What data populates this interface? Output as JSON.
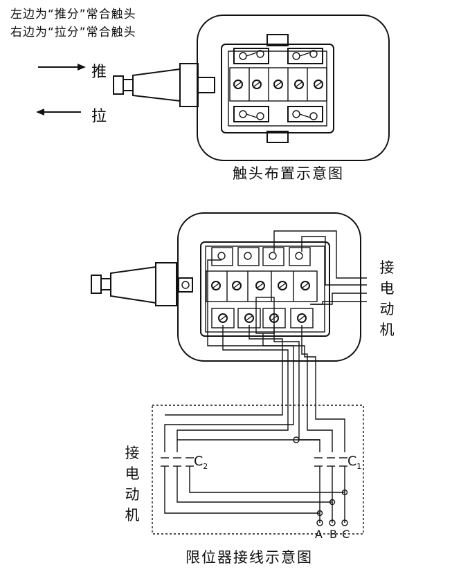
{
  "notes": {
    "line1": "左边为“推分”常合触头",
    "line2": "右边为“拉分”常合触头"
  },
  "actions": {
    "push": "推",
    "pull": "拉"
  },
  "captions": {
    "contacts": "触头布置示意图",
    "wiring": "限位器接线示意图"
  },
  "side_labels": {
    "right": [
      "接",
      "电",
      "动",
      "机"
    ],
    "left": [
      "接",
      "电",
      "动",
      "机"
    ]
  },
  "contactor": {
    "c2": "C",
    "c2_sub": "2",
    "c1": "C",
    "c1_sub": "1"
  },
  "phases": [
    "A",
    "B",
    "C"
  ]
}
